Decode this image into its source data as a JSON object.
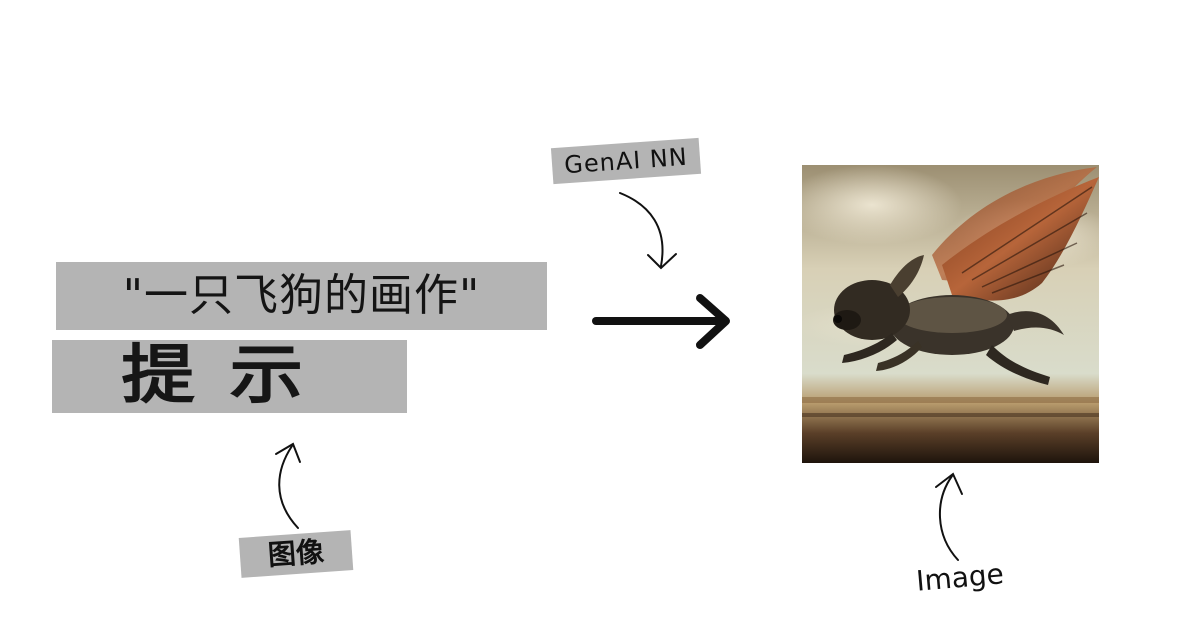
{
  "prompt": {
    "text": "\"一只飞狗的画作\"",
    "label": "提示"
  },
  "model": {
    "label": "GenAI NN"
  },
  "input_tag": {
    "label": "图像"
  },
  "output": {
    "label": "Image",
    "image_subject": "painting of a flying winged dog"
  },
  "colors": {
    "tag_background": "#b4b4b4",
    "ink": "#141414",
    "page_background": "#ffffff"
  }
}
